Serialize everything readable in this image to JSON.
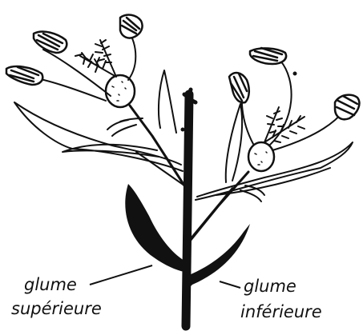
{
  "labels": {
    "upper_glume": {
      "line1": "glume",
      "line2": "supérieure"
    },
    "lower_glume": {
      "line1": "glume",
      "line2": "inférieure"
    }
  },
  "colors": {
    "ink": "#111111",
    "background": "#ffffff"
  }
}
